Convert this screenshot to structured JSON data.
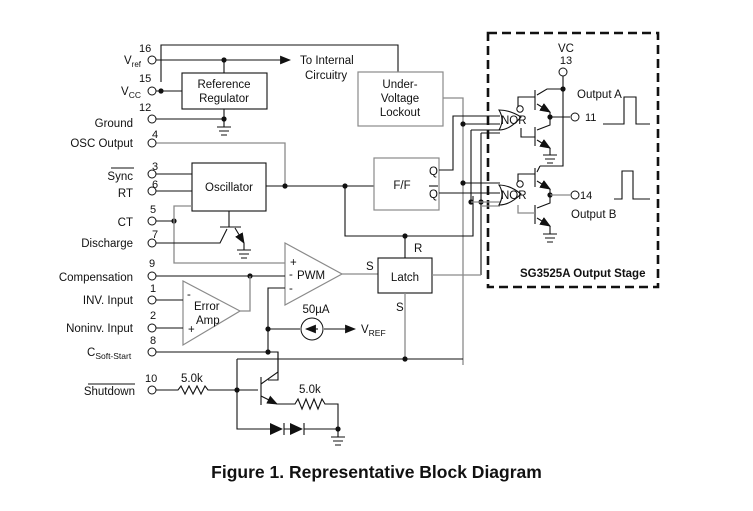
{
  "figure": {
    "caption": "Figure 1. Representative Block Diagram"
  },
  "pins": {
    "vref": {
      "number": "16",
      "label": "V",
      "sub": "ref"
    },
    "vcc": {
      "number": "15",
      "label": "V",
      "sub": "CC"
    },
    "ground": {
      "number": "12",
      "label": "Ground"
    },
    "osc_output": {
      "number": "4",
      "label": "OSC Output"
    },
    "sync": {
      "number": "3",
      "label": "Sync",
      "overbar": true
    },
    "rt": {
      "number": "6",
      "label": "RT"
    },
    "ct": {
      "number": "5",
      "label": "CT"
    },
    "discharge": {
      "number": "7",
      "label": "Discharge"
    },
    "compensation": {
      "number": "9",
      "label": "Compensation"
    },
    "inv_input": {
      "number": "1",
      "label": "INV. Input"
    },
    "noninv_input": {
      "number": "2",
      "label": "Noninv. Input"
    },
    "soft_start": {
      "number": "8",
      "label": "C",
      "sub": "Soft-Start"
    },
    "shutdown": {
      "number": "10",
      "label": "Shutdown",
      "overbar": true
    },
    "vc": {
      "number": "13",
      "label": "VC"
    },
    "output_a": {
      "number": "11",
      "label": "Output A"
    },
    "output_b": {
      "number": "14",
      "label": "Output B"
    }
  },
  "blocks": {
    "reference_regulator": {
      "line1": "Reference",
      "line2": "Regulator"
    },
    "uvlo": {
      "line1": "Under-",
      "line2": "Voltage",
      "line3": "Lockout"
    },
    "oscillator": {
      "label": "Oscillator"
    },
    "flipflop": {
      "label": "F/F",
      "q": "Q",
      "qbar": "Q"
    },
    "pwm": {
      "label": "PWM",
      "plus": "+",
      "minus1": "-",
      "minus2": "-"
    },
    "error_amp": {
      "line1": "Error",
      "line2": "Amp",
      "minus": "-",
      "plus": "+"
    },
    "latch": {
      "label": "Latch",
      "s_in": "S",
      "r_in": "R",
      "s_bottom": "S"
    },
    "nor_a": {
      "label": "NOR"
    },
    "nor_b": {
      "label": "NOR"
    },
    "current_source": {
      "value": "50µA"
    },
    "vref_out": {
      "label": "V",
      "sub": "REF"
    },
    "to_internal": {
      "line1": "To Internal",
      "line2": "Circuitry"
    },
    "output_stage": {
      "label": "SG3525A Output Stage"
    }
  },
  "components": {
    "r_shutdown": "5.0k",
    "r_emitter": "5.0k"
  }
}
